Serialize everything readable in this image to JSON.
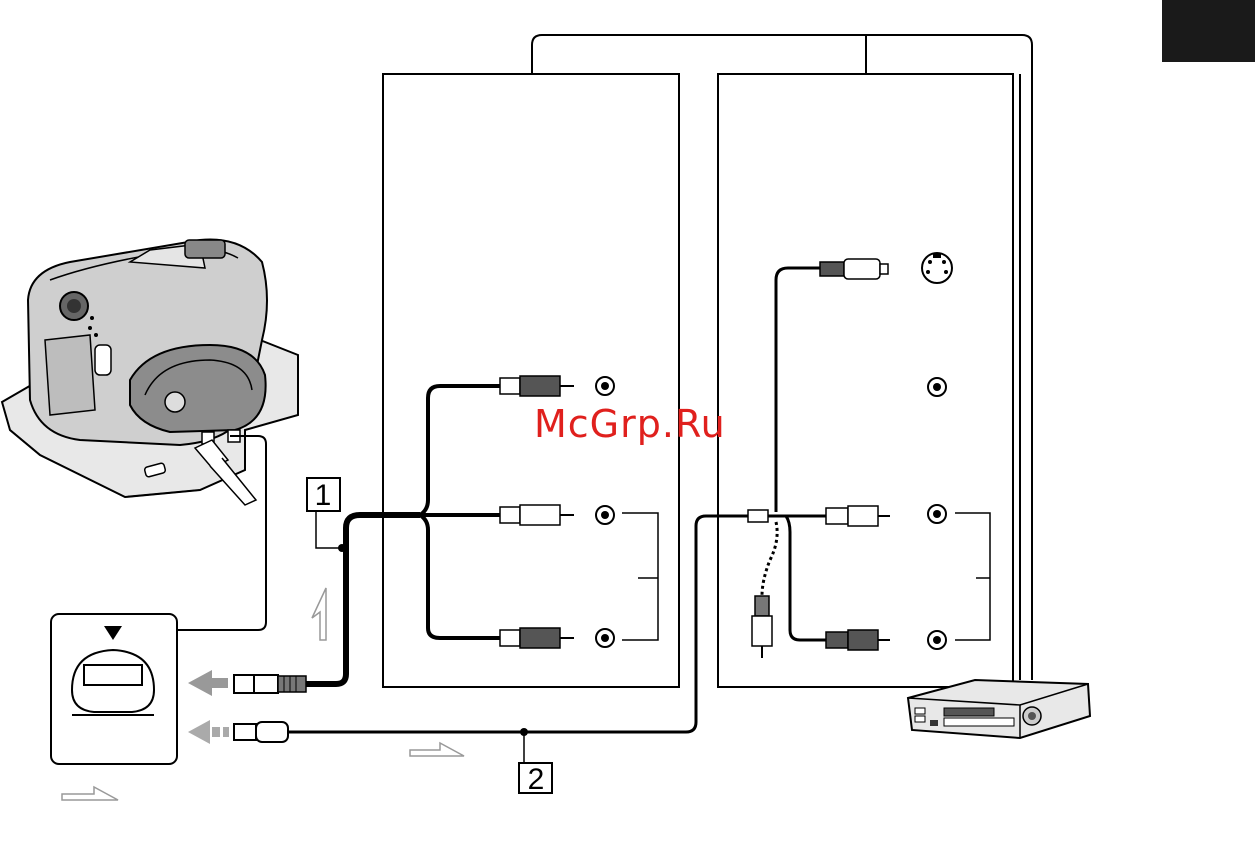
{
  "callouts": {
    "cable_1": "1",
    "cable_2": "2"
  },
  "watermark": {
    "text": "McGrp.Ru",
    "color": "#e0201d"
  },
  "colors": {
    "line": "#000000",
    "arrow_gray": "#999999",
    "corner_tab": "#1a1a1a",
    "jack_gray": "#aaaaaa",
    "device_gray": "#d9d9d9"
  },
  "icons": {
    "camcorder": "camcorder-icon",
    "vcr": "vcr-icon",
    "s_video_jack": "s-video-jack-icon",
    "rca_jack": "rca-jack-icon",
    "rca_plug": "rca-plug-icon",
    "flow_arrow": "signal-flow-arrow-icon"
  }
}
